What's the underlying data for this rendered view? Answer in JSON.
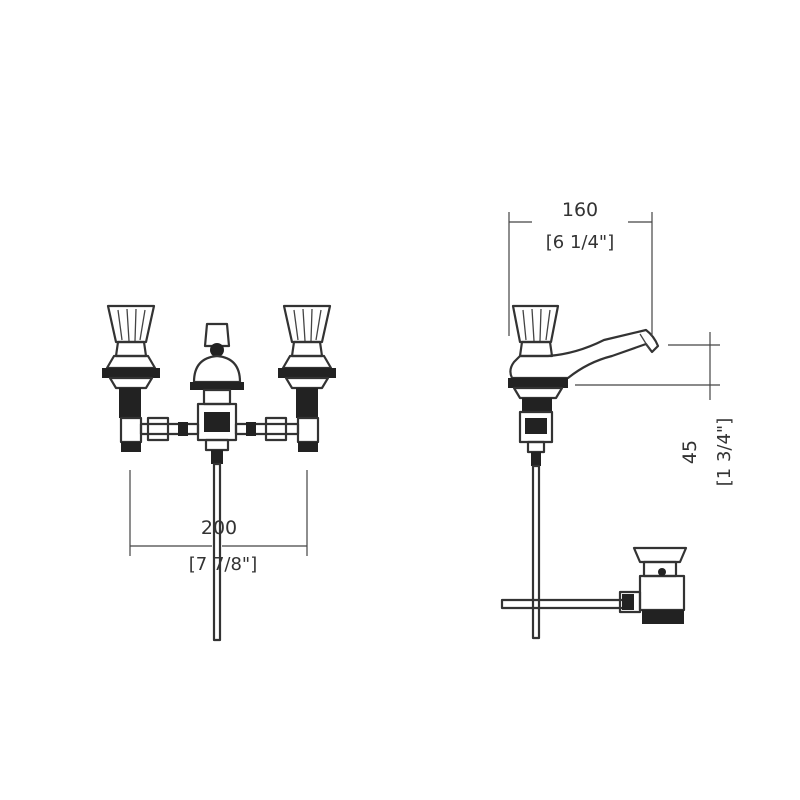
{
  "dimensions": {
    "width_mm": "200",
    "width_in": "[7 7/8\"]",
    "projection_mm": "160",
    "projection_in": "[6 1/4\"]",
    "height_mm": "45",
    "height_in": "[1 3/4\"]"
  },
  "colors": {
    "line": "#333333",
    "background": "#ffffff"
  }
}
